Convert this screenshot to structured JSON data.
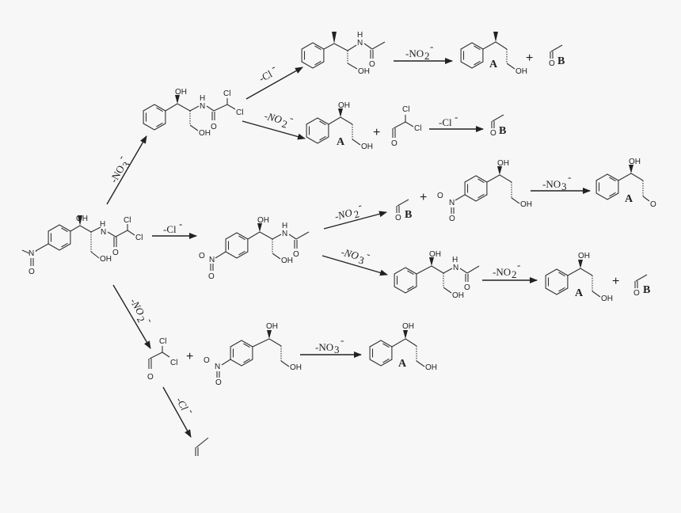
{
  "diagram": {
    "type": "reaction-pathway",
    "background": "#f7f7f7",
    "ink": "#222222",
    "starting_material": {
      "atoms": [
        "OH",
        "H",
        "N",
        "Cl",
        "Cl",
        "O",
        "OH",
        "N",
        "O"
      ]
    },
    "pathways": [
      {
        "id": "upper",
        "label": "-NO3-",
        "intermediate": {
          "atoms": [
            "OH",
            "H",
            "N",
            "Cl",
            "Cl",
            "O",
            "OH"
          ]
        }
      },
      {
        "id": "middle",
        "label": "-Cl-",
        "intermediate": {
          "atoms": [
            "OH",
            "H",
            "N",
            "O",
            "OH",
            "O",
            "N",
            "O"
          ]
        }
      },
      {
        "id": "lower",
        "label": "-NO2-"
      }
    ],
    "labels": {
      "minus_no3": "-NO",
      "minus_no2": "-NO",
      "minus_cl": "-Cl",
      "sub3": "3",
      "sub2": "2",
      "sup_minus": "-",
      "plus": "+",
      "compound_A": "A",
      "compound_B": "B"
    },
    "atoms": {
      "OH": "OH",
      "H": "H",
      "N": "N",
      "O": "O",
      "Cl": "Cl",
      "O_minus": "O",
      "neg": "-",
      "dot": "·"
    },
    "steps": [
      {
        "from": "start",
        "to": "upper-intermediate",
        "label": "-NO3-"
      },
      {
        "from": "start",
        "to": "middle-intermediate",
        "label": "-Cl-"
      },
      {
        "from": "start",
        "to": "dichloroacetaldehyde + nitrophenylpropanediol",
        "label": "-NO2-"
      },
      {
        "from": "upper-intermediate",
        "to": "deschloro-acetamide",
        "label": "-Cl-"
      },
      {
        "from": "deschloro-acetamide",
        "to": "A + B",
        "label": "-NO2-"
      },
      {
        "from": "upper-intermediate",
        "to": "A + dichloroacetaldehyde",
        "label": "-NO2-"
      },
      {
        "from": "dichloroacetaldehyde",
        "to": "B",
        "label": "-Cl-"
      },
      {
        "from": "middle-intermediate",
        "to": "B + nitrophenylpropanediol",
        "label": "-NO2-"
      },
      {
        "from": "nitrophenylpropanediol",
        "to": "A",
        "label": "-NO3-"
      },
      {
        "from": "middle-intermediate",
        "to": "phenyl-acetamide",
        "label": "-NO3-"
      },
      {
        "from": "phenyl-acetamide",
        "to": "A + B",
        "label": "-NO2-"
      },
      {
        "from": "nitrophenylpropanediol (lower)",
        "to": "A",
        "label": "-NO3-"
      },
      {
        "from": "dichloroacetaldehyde (lower)",
        "to": "propene fragment",
        "label": "-Cl-"
      }
    ]
  }
}
